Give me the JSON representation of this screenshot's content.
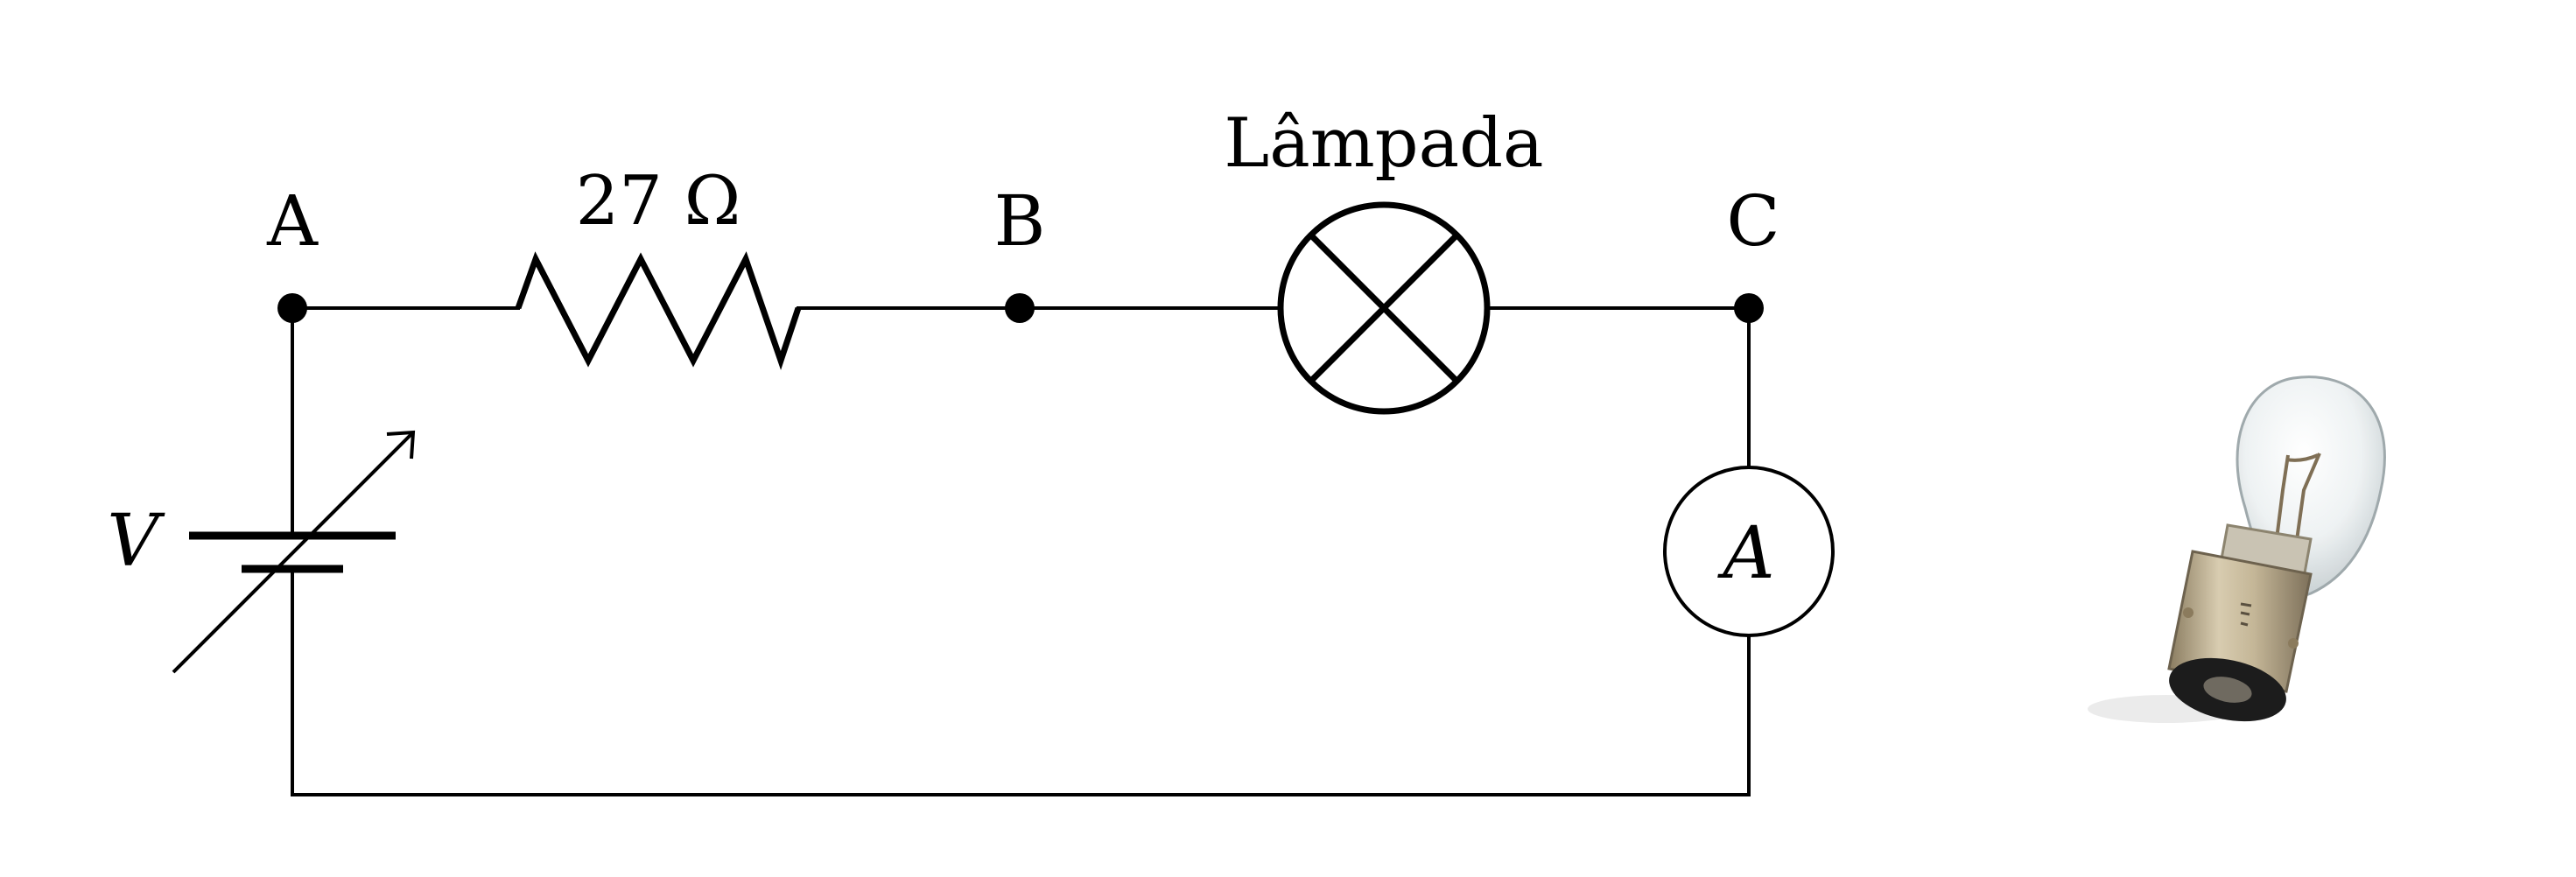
{
  "diagram": {
    "nodes": {
      "a": "A",
      "b": "B",
      "c": "C"
    },
    "resistor_label": "27 Ω",
    "lamp_label": "Lâmpada",
    "source_label": "V",
    "ammeter_label": "A"
  },
  "colors": {
    "wire": "#000000",
    "background": "#ffffff",
    "bulb_glass": "#e9eef0",
    "bulb_base": "#b9ab8c",
    "bulb_contact": "#1c1c1c"
  },
  "icons": {
    "photo": "light-bulb-photo-icon"
  }
}
